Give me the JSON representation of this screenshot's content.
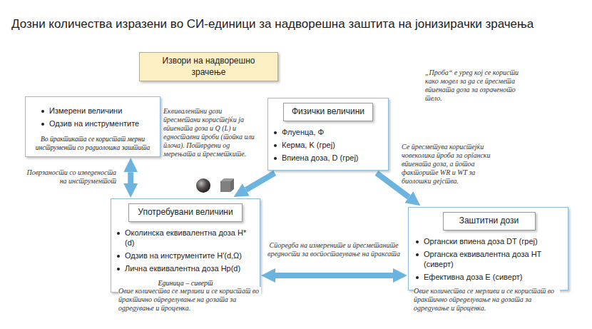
{
  "diagram": {
    "title": "Дозни количества изразени во СИ-единици за надворешна заштита на јонизирачки зрачења",
    "nodes": [
      {
        "text": [
          "Извори на надворешно зрачење"
        ]
      },
      {
        "text": [
          "Измерени величини",
          "Одзив на инструментите",
          "Во практиката се користат мерни инструменти со радиолошка заштита"
        ]
      },
      {
        "text": [
          "Флуенца, Φ",
          "Керма, K (греј)",
          "Впиена доза, D (греј)"
        ]
      },
      {
        "text": [
          "Физички величини"
        ],
        "in": 2
      },
      {
        "text": [
          "Околинска еквивалентна доза H*(d)",
          "Одзив на инструментите H'(d,Ω)",
          "Лична еквивалентна доза Hp(d)",
          "Единица – сиверт"
        ]
      },
      {
        "text": [
          "Употребувани величини"
        ],
        "in": 4
      },
      {
        "text": [
          "Органски впиена доза DT (греј)",
          "Органска еквивалентна доза HT (сиверт)",
          "Ефективна доза E (сиверт)"
        ]
      },
      {
        "text": [
          "Заштитни дози"
        ],
        "in": 6
      }
    ],
    "edges": [
      {
        "from": 1,
        "to": 4,
        "arrow": "both",
        "label": "Поврзаности со изведеноста на инструментот"
      },
      {
        "from": 2,
        "to": 4,
        "arrow": "to",
        "label": "Еквивалентни дози пресметани користејќи ја впиената доза и Q (L) и едноставни проби (топка или плоча). Потврдени од мерењата и пресметките."
      },
      {
        "from": 2,
        "to": 6,
        "arrow": "to",
        "label": "Се пресметува користејќи човеколика проба за органски впиената доза, а потоа факторите WR и WT за биолошки дејства."
      },
      {
        "from": 4,
        "to": 6,
        "arrow": "both",
        "label": "Споредба на измерените и пресметаните вредности за воспоставување на праксата"
      }
    ],
    "labels": [
      "„Проба“ е уред кој се користи како модел за да се пресмета впиената доза за озраченото тело.",
      "Овие количества се мерливи и се користат во практично определување на дозата за одредување и проценка.",
      "Овие количества се мерливи и се користат во практично определување на дозата за одредување и проценка."
    ]
  }
}
